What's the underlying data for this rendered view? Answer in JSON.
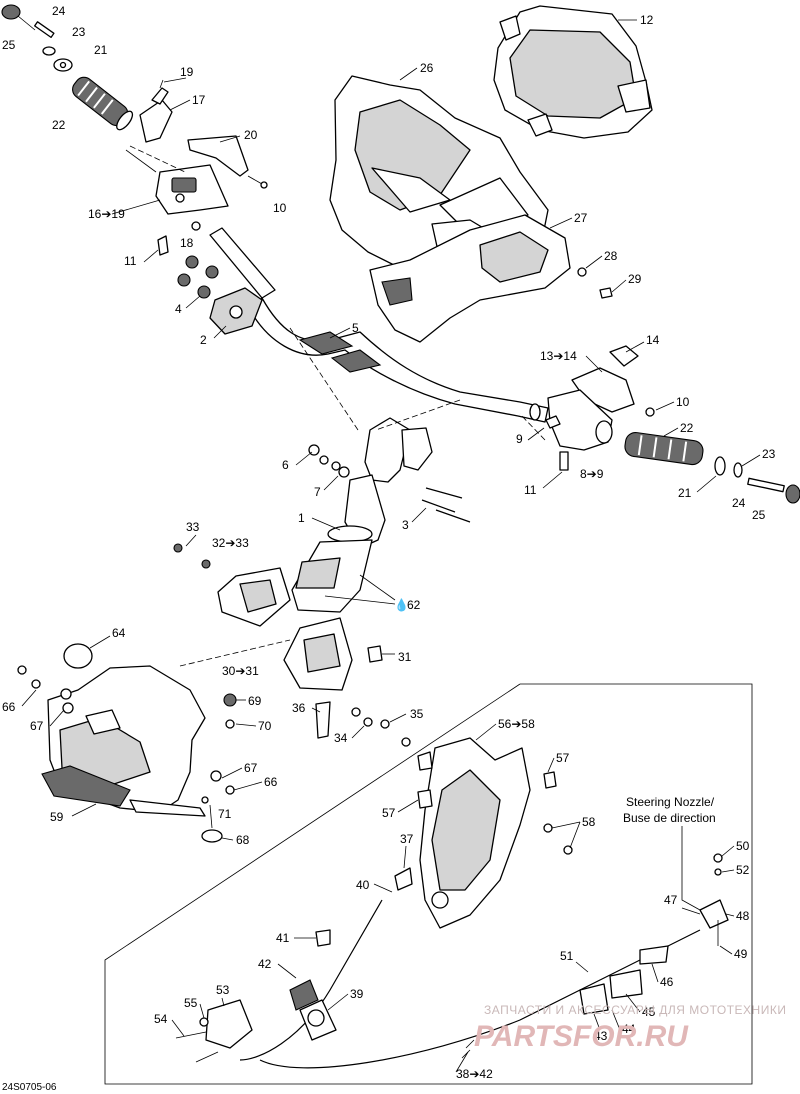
{
  "labels": {
    "c1": "1",
    "c2": "2",
    "c3": "3",
    "c4": "4",
    "c5": "5",
    "c6": "6",
    "c7": "7",
    "c8_9": "8➔9",
    "c9": "9",
    "c10a": "10",
    "c10b": "10",
    "c11a": "11",
    "c11b": "11",
    "c12": "12",
    "c13_14": "13➔14",
    "c14": "14",
    "c16_19": "16➔19",
    "c17": "17",
    "c18": "18",
    "c19": "19",
    "c20": "20",
    "c21a": "21",
    "c21b": "21",
    "c22a": "22",
    "c22b": "22",
    "c23a": "23",
    "c23b": "23",
    "c24a": "24",
    "c24b": "24",
    "c25a": "25",
    "c25b": "25",
    "c26": "26",
    "c27": "27",
    "c28": "28",
    "c29": "29",
    "c30_31": "30➔31",
    "c31": "31",
    "c32_33": "32➔33",
    "c33": "33",
    "c34": "34",
    "c35": "35",
    "c36": "36",
    "c37": "37",
    "c38_42": "38➔42",
    "c39": "39",
    "c40": "40",
    "c41": "41",
    "c42": "42",
    "c43": "43",
    "c44": "44",
    "c45": "45",
    "c46": "46",
    "c47": "47",
    "c48": "48",
    "c49": "49",
    "c50": "50",
    "c51": "51",
    "c52": "52",
    "c53": "53",
    "c54": "54",
    "c55": "55",
    "c56_58": "56➔58",
    "c57a": "57",
    "c57b": "57",
    "c58": "58",
    "c59": "59",
    "c62": "62",
    "c64": "64",
    "c66a": "66",
    "c66b": "66",
    "c67a": "67",
    "c67b": "67",
    "c68": "68",
    "c69": "69",
    "c70": "70",
    "c71": "71"
  },
  "nozzle_title_line1": "Steering Nozzle/",
  "nozzle_title_line2": "Buse de direction",
  "figure_code": "24S0705-06",
  "watermark_text": "ЗАПЧАСТИ И АКСЕССУАРЫ ДЛЯ МОТОТЕХНИКИ",
  "watermark_logo": "PARTSFOR.RU",
  "icons": {
    "oil_drop": "oil-drop-icon"
  },
  "colors": {
    "line": "#000000",
    "watermark": "#c9b8b8",
    "watermark_logo": "#e1b7b7",
    "fill_gray": "#d4d4d4"
  }
}
